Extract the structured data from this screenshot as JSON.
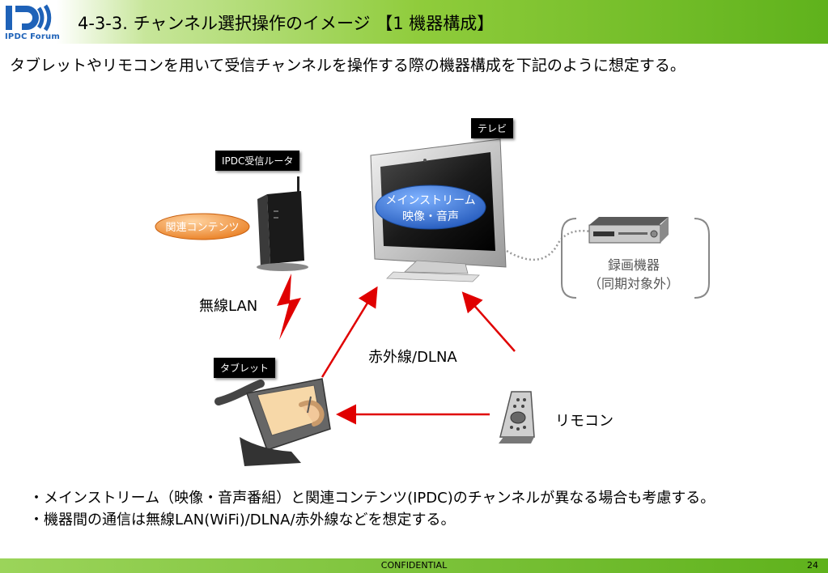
{
  "header": {
    "logo_text": "IPDC Forum",
    "title": "4-3-3. チャンネル選択操作のイメージ 【1 機器構成】"
  },
  "subtitle": "タブレットやリモコンを用いて受信チャンネルを操作する際の機器構成を下記のように想定する。",
  "diagram": {
    "tv_label": "テレビ",
    "router_label": "IPDC受信ルータ",
    "tablet_label": "タブレット",
    "related_content": "関連コンテンツ",
    "main_stream_line1": "メインストリーム",
    "main_stream_line2": "映像・音声",
    "wireless_lan": "無線LAN",
    "ir_dlna": "赤外線/DLNA",
    "remote": "リモコン",
    "recorder_line1": "録画機器",
    "recorder_line2": "（同期対象外）"
  },
  "bullets": [
    "・メインストリーム（映像・音声番組）と関連コンテンツ(IPDC)のチャンネルが異なる場合も考慮する。",
    "・機器間の通信は無線LAN(WiFi)/DLNA/赤外線などを想定する。"
  ],
  "footer": {
    "confidential": "CONFIDENTIAL",
    "page": "24"
  },
  "colors": {
    "header_green": "#5fb21c",
    "logo_blue": "#1e62b8",
    "arrow_red": "#e00000",
    "bubble_blue": "#2a64c8",
    "bubble_orange": "#f08a2a"
  }
}
